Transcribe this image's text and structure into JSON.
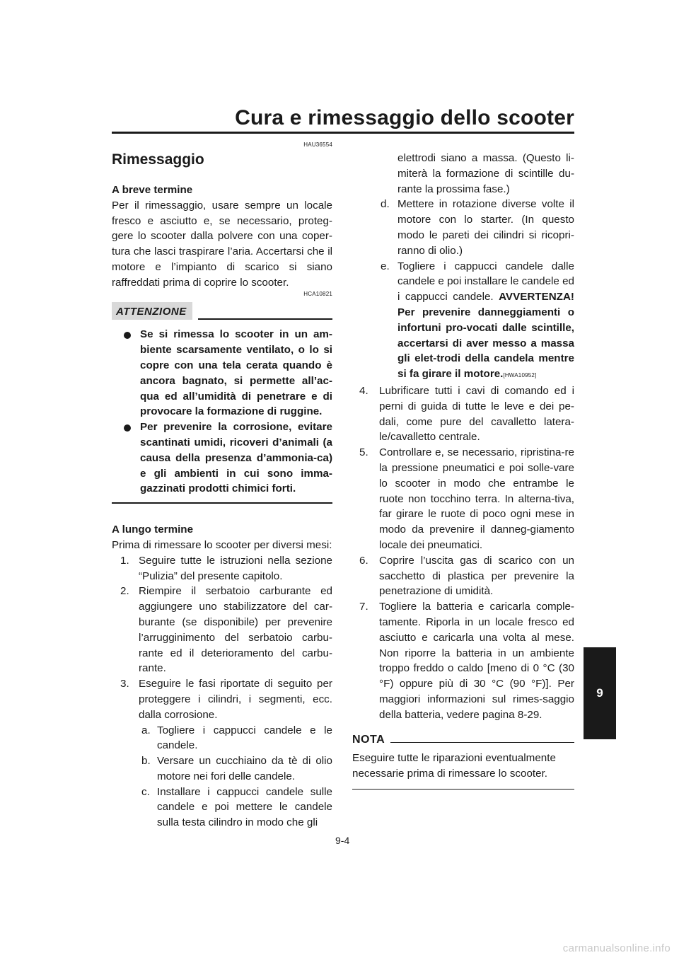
{
  "header": {
    "title": "Cura e rimessaggio dello scooter"
  },
  "side_tab": {
    "chapter": "9"
  },
  "left": {
    "code1": "HAU36554",
    "section_title": "Rimessaggio",
    "short_term_heading": "A breve termine",
    "short_term_text": "Per il rimessaggio, usare sempre un locale fresco e asciutto e, se necessario, proteg-gere lo scooter dalla polvere con una coper-tura che lasci traspirare l’aria. Accertarsi che il motore e l’impianto di scarico si siano raffreddati prima di coprire lo scooter.",
    "code2": "HCA10821",
    "caution_label": "ATTENZIONE",
    "caution_bullets": [
      "Se si rimessa lo scooter in un am-biente scarsamente ventilato, o lo si copre con una tela cerata quando è ancora bagnato, si permette all’ac-qua ed all’umidità di penetrare e di provocare la formazione di ruggine.",
      "Per prevenire la corrosione, evitare scantinati umidi, ricoveri d’animali (a causa della presenza d’ammonia-ca) e gli ambienti in cui sono imma-gazzinati prodotti chimici forti."
    ],
    "long_term_heading": "A lungo termine",
    "long_term_intro": "Prima di rimessare lo scooter per diversi mesi:",
    "steps": [
      {
        "num": "1.",
        "text": "Seguire tutte le istruzioni nella sezione “Pulizia” del presente capitolo."
      },
      {
        "num": "2.",
        "text": "Riempire il serbatoio carburante ed aggiungere uno stabilizzatore del car-burante (se disponibile) per prevenire l’arrugginimento del serbatoio carbu-rante ed il deterioramento del carbu-rante."
      },
      {
        "num": "3.",
        "text": "Eseguire le fasi riportate di seguito per proteggere i cilindri, i segmenti, ecc. dalla corrosione."
      }
    ],
    "substeps": [
      {
        "num": "a.",
        "text": "Togliere i cappucci candele e le candele."
      },
      {
        "num": "b.",
        "text": "Versare un cucchiaino da tè di olio motore nei fori delle candele."
      },
      {
        "num": "c.",
        "text": "Installare i cappucci candele sulle candele e poi mettere le candele sulla testa cilindro in modo che gli"
      }
    ]
  },
  "right": {
    "cont_text": "elettrodi siano a massa. (Questo li-miterà la formazione di scintille du-rante la prossima fase.)",
    "substeps": [
      {
        "num": "d.",
        "text": "Mettere in rotazione diverse volte il motore con lo starter. (In questo modo le pareti dei cilindri si ricopri-ranno di olio.)"
      }
    ],
    "sub_e_num": "e.",
    "sub_e_text": "Togliere i cappucci candele dalle candele e poi installare le candele ed i cappucci candele.",
    "sub_e_warning": "AVVERTENZA! Per prevenire danneggiamenti o infortuni pro-vocati dalle scintille, accertarsi di aver messo a massa gli elet-trodi della candela mentre si fa girare il motore.",
    "sub_e_code": "[HWA10952]",
    "steps": [
      {
        "num": "4.",
        "text": "Lubrificare tutti i cavi di comando ed i perni di guida di tutte le leve e dei pe-dali, come pure del cavalletto latera-le/cavalletto centrale."
      },
      {
        "num": "5.",
        "text": "Controllare e, se necessario, ripristina-re la pressione pneumatici e poi solle-vare lo scooter in modo che entrambe le ruote non tocchino terra. In alterna-tiva, far girare le ruote di poco ogni mese in modo da prevenire il danneg-giamento locale dei pneumatici."
      },
      {
        "num": "6.",
        "text": "Coprire l’uscita gas di scarico con un sacchetto di plastica per prevenire la penetrazione di umidità."
      },
      {
        "num": "7.",
        "text": "Togliere la batteria e caricarla comple-tamente. Riporla in un locale fresco ed asciutto e caricarla una volta al mese. Non riporre la batteria in un ambiente troppo freddo o caldo [meno di 0 °C (30 °F) oppure più di 30 °C (90 °F)]. Per maggiori informazioni sul rimes-saggio della batteria, vedere pagina 8-29."
      }
    ],
    "note_label": "NOTA",
    "note_text": "Eseguire tutte le riparazioni eventualmente necessarie prima di rimessare lo scooter."
  },
  "footer": {
    "page_number": "9-4",
    "watermark": "carmanualsonline.info"
  }
}
